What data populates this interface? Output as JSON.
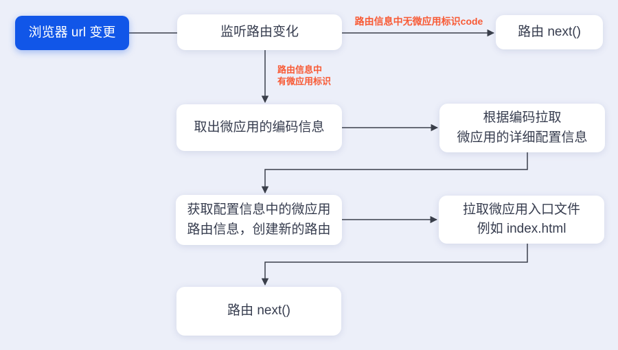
{
  "canvas": {
    "background_color": "#ECEFF9"
  },
  "colors": {
    "accent_blue": "#1156E8",
    "edge_label_orange": "#F85A35",
    "box_background": "#FFFFFF",
    "box_text": "#363C4E",
    "line": "#3A3F4A"
  },
  "nodes": {
    "start": {
      "label": "浏览器 url 变更"
    },
    "listen_route": {
      "label": "监听路由变化"
    },
    "route_next_top": {
      "label": "路由 next()"
    },
    "extract_code": {
      "label": "取出微应用的编码信息"
    },
    "fetch_config": {
      "line1": "根据编码拉取",
      "line2": "微应用的详细配置信息"
    },
    "create_route": {
      "line1": "获取配置信息中的微应用",
      "line2": "路由信息，创建新的路由"
    },
    "fetch_entry": {
      "line1": "拉取微应用入口文件",
      "line2": "例如 index.html"
    },
    "route_next_bottom": {
      "label": "路由 next()"
    }
  },
  "edge_labels": {
    "no_micro_app_code": "路由信息中无微应用标识code",
    "has_micro_app_line1": "路由信息中",
    "has_micro_app_line2": "有微应用标识"
  }
}
